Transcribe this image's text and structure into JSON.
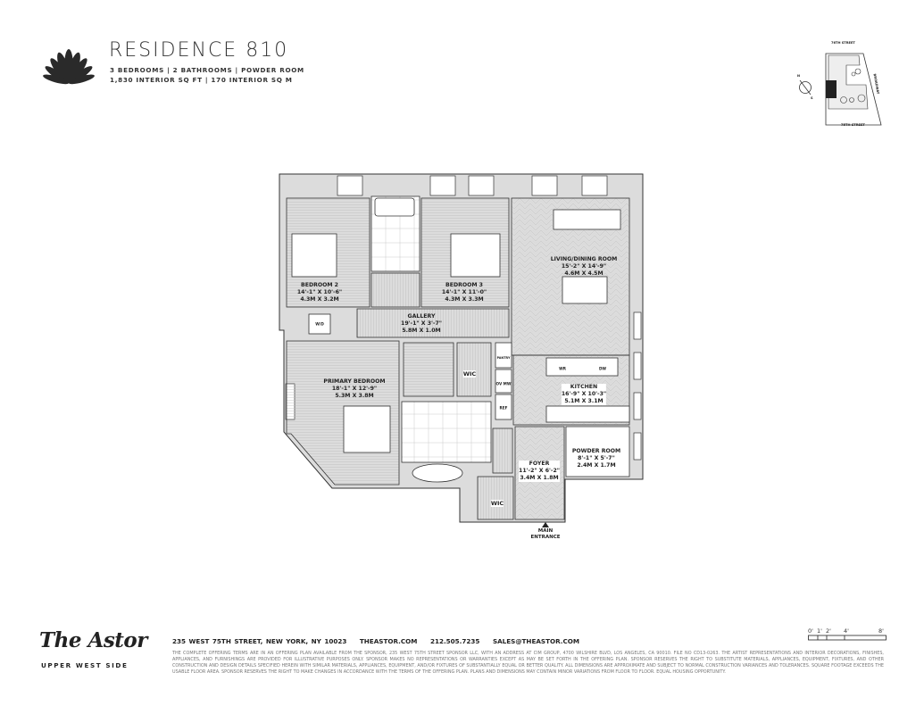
{
  "header": {
    "title": "RESIDENCE 810",
    "line1": "3 BEDROOMS | 2 BATHROOMS | POWDER ROOM",
    "line2": "1,830 INTERIOR SQ FT | 170 INTERIOR SQ M",
    "logo_icon": "lotus-fan-icon"
  },
  "key_plan": {
    "top_street": "76TH STREET",
    "bottom_street": "75TH STREET",
    "side_street": "BROADWAY",
    "north": "N",
    "south": "S"
  },
  "rooms": [
    {
      "name": "BEDROOM 2",
      "imperial": "14'-1\" X 10'-6\"",
      "metric": "4.3M X 3.2M"
    },
    {
      "name": "BEDROOM 3",
      "imperial": "14'-1\" X 11'-0\"",
      "metric": "4.3M X 3.3M"
    },
    {
      "name": "LIVING/DINING ROOM",
      "imperial": "15'-2\" X 14'-9\"",
      "metric": "4.6M X 4.5M"
    },
    {
      "name": "GALLERY",
      "imperial": "19'-1\" X 3'-7\"",
      "metric": "5.8M X 1.0M"
    },
    {
      "name": "PRIMARY BEDROOM",
      "imperial": "18'-1\" X 12'-9\"",
      "metric": "5.3M X 3.8M"
    },
    {
      "name": "KITCHEN",
      "imperial": "16'-9\" X 10'-3\"",
      "metric": "5.1M X 3.1M"
    },
    {
      "name": "FOYER",
      "imperial": "11'-2\" X 6'-2\"",
      "metric": "3.4M X 1.8M"
    },
    {
      "name": "POWDER ROOM",
      "imperial": "8'-1\" X 5'-7\"",
      "metric": "2.4M X 1.7M"
    }
  ],
  "fixtures": {
    "wic_upper": "WIC",
    "wic_lower": "WIC",
    "washer_dryer": "W/D",
    "pantry": "PANTRY",
    "oven_mw": "OV MW",
    "ref": "REF",
    "wine": "WR",
    "dishwasher": "DW"
  },
  "entrance": {
    "label_line1": "MAIN",
    "label_line2": "ENTRANCE"
  },
  "scale": {
    "labels": [
      "0'",
      "1'",
      "2'",
      "4'",
      "8'"
    ]
  },
  "footer": {
    "logo_text": "The Astor",
    "logo_sub": "UPPER WEST SIDE",
    "address": "235 WEST 75TH STREET, NEW YORK, NY 10023",
    "website": "THEASTOR.COM",
    "phone": "212.505.7235",
    "email": "SALES@THEASTOR.COM",
    "disclaimer": "The complete offering terms are in an offering plan available from the sponsor, 235 West 75th Street Sponsor LLC, with an address at CIM Group, 4700 Wilshire Blvd, Los Angeles, CA 90010. File No CD13-0263. The artist representations and interior decorations, finishes, appliances, and furnishings are provided for illustrative purposes only. Sponsor makes no representations or warranties except as may be set forth in the offering plan. Sponsor reserves the right to substitute materials, appliances, equipment, fixtures, and other construction and design details specified herein with similar materials, appliances, equipment, and/or fixtures of substantially equal or better quality. All dimensions are approximate and subject to normal construction variances and tolerances. Square footage exceeds the usable floor area. Sponsor reserves the right to make changes in accordance with the terms of the offering plan. Plans and dimensions may contain minor variations from floor to floor. Equal housing opportunity."
  },
  "colors": {
    "wall": "#d9d9d9",
    "line": "#333333",
    "text": "#222222",
    "disclaimer": "#777777"
  }
}
